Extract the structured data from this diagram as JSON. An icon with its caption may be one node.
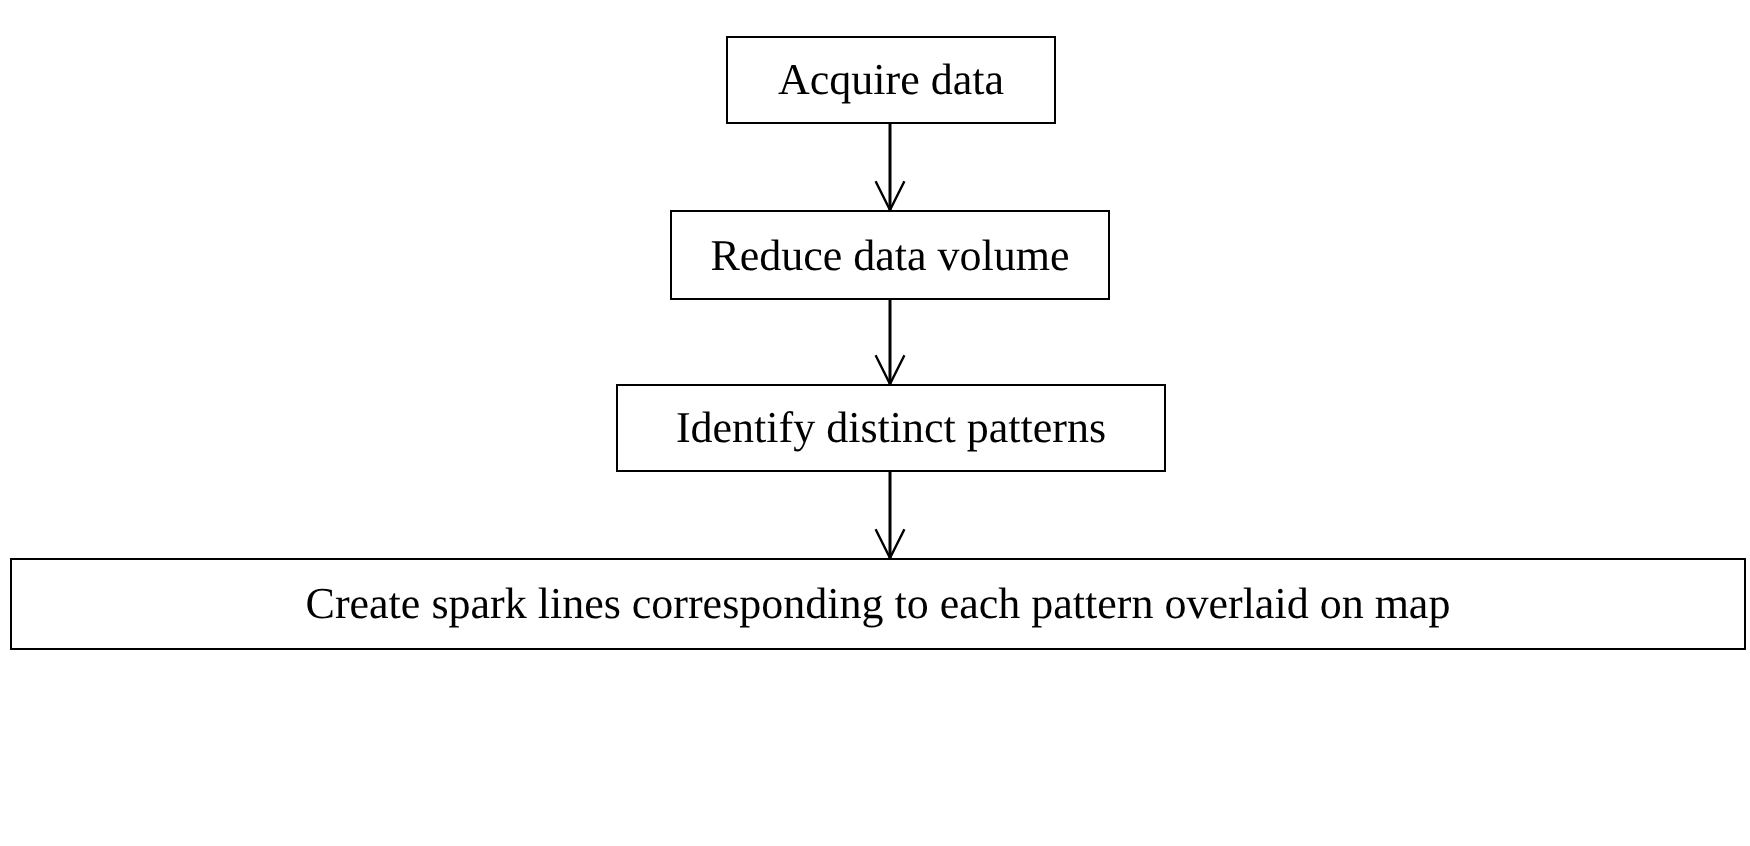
{
  "diagram": {
    "nodes": [
      {
        "text": [
          "Acquire data"
        ]
      },
      {
        "text": [
          "Reduce data volume"
        ]
      },
      {
        "text": [
          "Identify distinct patterns"
        ]
      },
      {
        "text": [
          "Create spark lines corresponding to each pattern overlaid on map"
        ]
      }
    ],
    "edges": [
      {
        "from": 0,
        "to": 1,
        "arrow": "to"
      },
      {
        "from": 1,
        "to": 2,
        "arrow": "to"
      },
      {
        "from": 2,
        "to": 3,
        "arrow": "to"
      }
    ]
  }
}
